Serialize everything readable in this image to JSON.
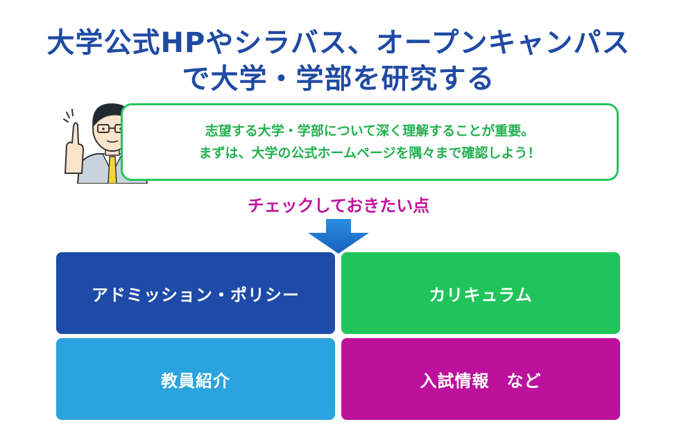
{
  "heading": {
    "line1": "大学公式HPやシラバス、オープンキャンパス",
    "line2": "で大学・学部を研究する"
  },
  "speech_bubble": {
    "line1": "志望する大学・学部について深く理解することが重要。",
    "line2": "まずは、大学の公式ホームページを隅々まで確認しよう！"
  },
  "check_label": "チェックしておきたい点",
  "boxes": [
    {
      "label": "アドミッション・ポリシー",
      "color": "#1e4aa8"
    },
    {
      "label": "カリキュラム",
      "color": "#21c45a"
    },
    {
      "label": "教員紹介",
      "color": "#2aa3df"
    },
    {
      "label": "入試情報　など",
      "color": "#bb119c"
    }
  ],
  "colors": {
    "title": "#1f4aa3",
    "bubble_border": "#22c55e",
    "bubble_text": "#22b04e",
    "subhead": "#c0159d",
    "arrow": "#1f78d1"
  }
}
